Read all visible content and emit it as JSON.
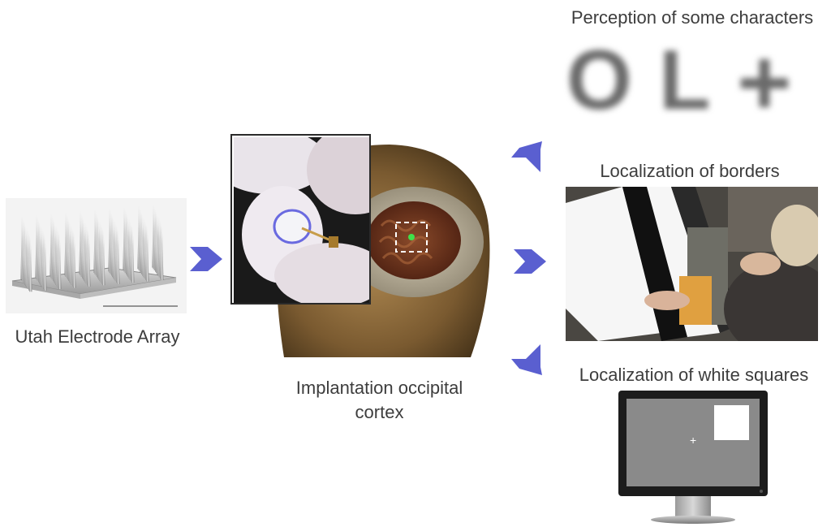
{
  "labels": {
    "array": "Utah Electrode Array",
    "implant": "Implantation occipital cortex",
    "characters": "Perception of some characters",
    "borders": "Localization of borders",
    "squares": "Localization of white squares"
  },
  "perceived_characters": [
    "O",
    "L",
    "+"
  ],
  "monitor": {
    "crosshair": "+"
  },
  "colors": {
    "arrow": "#5a5fd0",
    "text": "#3d3d3d",
    "screen": "#8a8a8a",
    "bezel": "#1c1c1c"
  }
}
